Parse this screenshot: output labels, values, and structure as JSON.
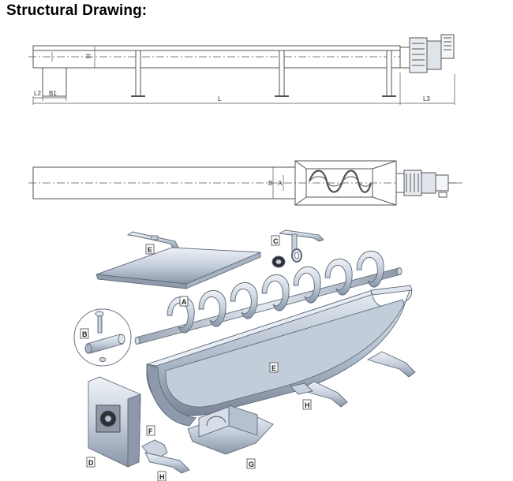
{
  "page": {
    "heading": "Structural Drawing:"
  },
  "side_view": {
    "dims": {
      "h": "H",
      "l2": "L2",
      "b1": "B1",
      "l": "L",
      "l3": "L3"
    }
  },
  "top_view": {
    "dims": {
      "b": "B",
      "a": "A"
    }
  },
  "exploded_view": {
    "parts": {
      "a": "A",
      "b": "B",
      "c": "C",
      "d": "D",
      "e_cover": "E",
      "e_trough": "E",
      "f": "F",
      "g": "G",
      "h_right": "H",
      "h_bottom": "H"
    }
  },
  "colors": {
    "line": "#5f6a7a",
    "steel_light": "#dfe6ef",
    "steel_mid": "#b7c3d1",
    "steel_dark": "#7c8899"
  }
}
